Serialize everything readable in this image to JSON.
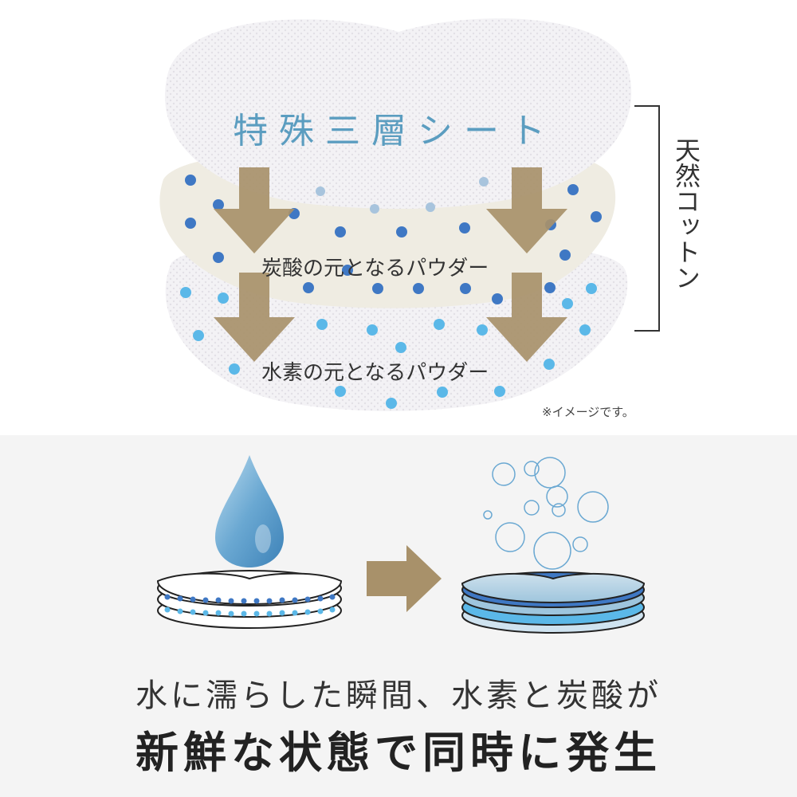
{
  "top": {
    "sheet_title": "特殊三層シート",
    "bracket_label": "天然コットン",
    "powder_carbonic": "炭酸の元となるパウダー",
    "powder_hydrogen": "水素の元となるパウダー",
    "note": "※イメージです。"
  },
  "captions": {
    "line1": "水に濡らした瞬間、水素と炭酸が",
    "line2": "新鮮な状態で同時に発生"
  },
  "colors": {
    "title_blue": "#5b9dc0",
    "dot_dark_blue": "#3f78c4",
    "dot_light_blue": "#5bb8e8",
    "arrow_tan": "#a8916a",
    "cream_layer": "#efece2",
    "bottom_bg": "#f4f4f4"
  },
  "icons": {
    "arrow": "arrow-down-icon",
    "water": "water-drop-icon",
    "bubbles": "bubbles-icon",
    "right_arrow": "arrow-right-icon"
  }
}
